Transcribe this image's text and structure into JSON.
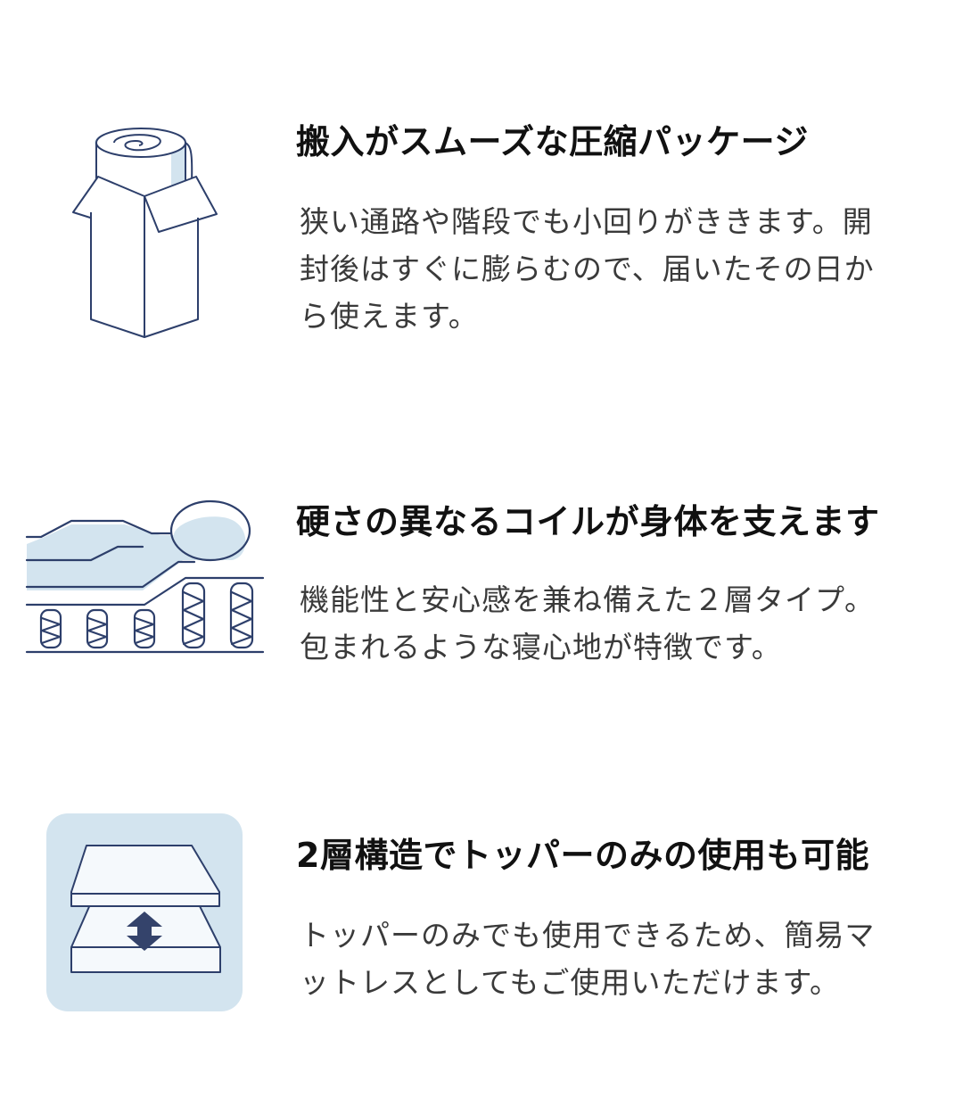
{
  "features": [
    {
      "icon": "rolled-mattress-box-icon",
      "title": "搬入がスムーズな圧縮パッケージ",
      "desc_lines": [
        "狭い通路や階段でも小回りがききます。開",
        "封後はすぐに膨らむので、届いたその日か",
        "ら使えます。"
      ]
    },
    {
      "icon": "body-on-coil-springs-icon",
      "title": "硬さの異なるコイルが身体を支えます",
      "desc_lines": [
        "機能性と安心感を兼ね備えた２層タイプ。",
        "包まれるような寝心地が特徴です。"
      ]
    },
    {
      "icon": "two-layer-topper-icon",
      "title": "2層構造でトッパーのみの使用も可能",
      "desc_lines": [
        "トッパーのみでも使用できるため、簡易マ",
        "ットレスとしてもご使用いただけます。"
      ]
    }
  ],
  "colors": {
    "line": "#2d3f6b",
    "fill_light": "#d3e4ef",
    "arrow": "#34436b",
    "title": "#111111",
    "body": "#3a3a3a"
  }
}
